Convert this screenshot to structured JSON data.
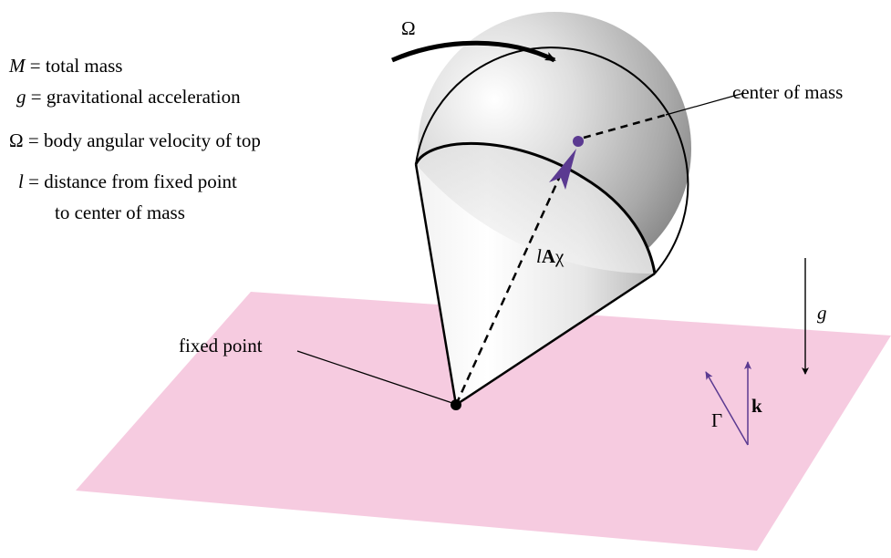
{
  "legend": [
    {
      "symbol": "M",
      "italic": true,
      "eq": " = ",
      "text": "total mass"
    },
    {
      "symbol": "g",
      "italic": true,
      "eq": " = ",
      "text": "gravitational acceleration"
    },
    {
      "symbol": "Ω",
      "italic": false,
      "eq": " = ",
      "text": "body angular velocity of top"
    },
    {
      "symbol": "l",
      "italic": true,
      "eq": " = ",
      "text": "distance from fixed point"
    }
  ],
  "legend_continuation": "to center of mass",
  "labels": {
    "omega": "Ω",
    "center_of_mass": "center of mass",
    "fixed_point": "fixed point",
    "vector_l": "l",
    "vector_A": "A",
    "vector_chi": "χ",
    "gravity": "g",
    "gamma": "Γ",
    "k": "k"
  },
  "colors": {
    "plane": "#f6cbe0",
    "accent": "#5b3a91",
    "ink": "#000000",
    "body_light": "#ffffff",
    "body_dark": "#8a8a8a"
  }
}
